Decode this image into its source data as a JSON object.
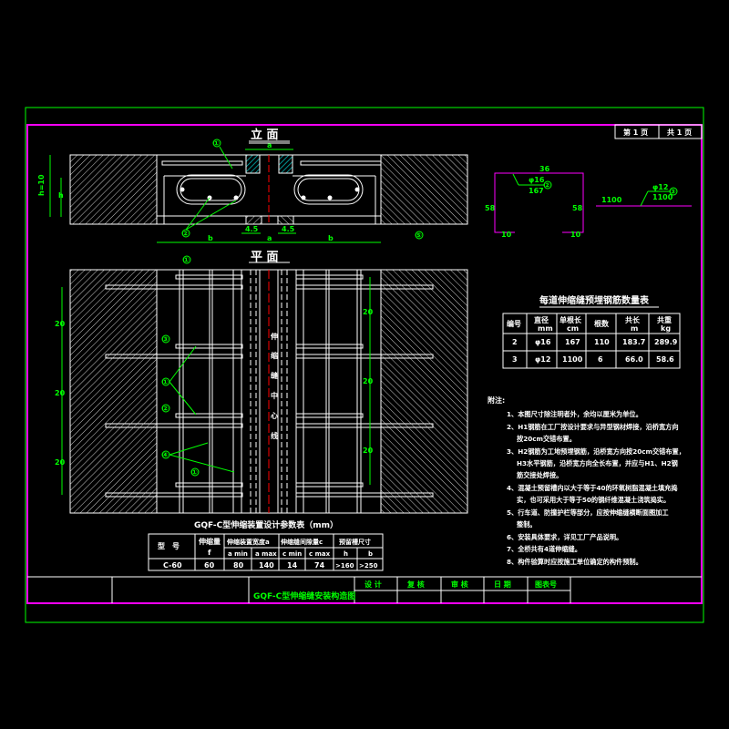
{
  "drawing_title": "GQF-C型伸缩缝安装构造图",
  "page": {
    "current": "第 1 页",
    "total": "共 1 页"
  },
  "views": {
    "elevation": "立 面",
    "plan": "平 面",
    "centerline": [
      "伸",
      "缩",
      "缝",
      "中",
      "心",
      "线"
    ]
  },
  "elevation_dims": {
    "h10": "h=10",
    "h": "h",
    "b": "b",
    "a": "a",
    "left_45": "4.5",
    "right_45": "4.5",
    "b_left": "b",
    "b_right": "b"
  },
  "callouts": {
    "c1": "①",
    "c2": "②",
    "c3": "③",
    "c4": "④",
    "c5": "⑤"
  },
  "plan_dims": {
    "left": [
      "20",
      "20",
      "20"
    ],
    "right": [
      "20",
      "20",
      "20"
    ]
  },
  "rebar2": {
    "top": "36",
    "dia": "φ16",
    "len": "167",
    "left": "58",
    "right": "58",
    "foot_l": "10",
    "foot_r": "10",
    "mark": "②"
  },
  "rebar3": {
    "len_left": "1100",
    "dia": "φ12",
    "len": "1100",
    "mark": "③"
  },
  "rebar_table": {
    "title": "每道伸缩缝预埋钢筋数量表",
    "headers": [
      "编号",
      "直径\nmm",
      "单根长\ncm",
      "根数",
      "共长\nm",
      "共重\nkg"
    ],
    "header_top": [
      "编号",
      "直径",
      "单根长",
      "根数",
      "共长",
      "共重"
    ],
    "header_unit": [
      "",
      "mm",
      "cm",
      "",
      "m",
      "kg"
    ],
    "rows": [
      [
        "2",
        "φ16",
        "167",
        "110",
        "183.7",
        "289.9"
      ],
      [
        "3",
        "φ12",
        "1100",
        "6",
        "66.0",
        "58.6"
      ]
    ]
  },
  "notes": {
    "title": "附注:",
    "items": [
      "1、本图尺寸除注明者外，余均以厘米为单位。",
      "2、H1钢筋在工厂按设计要求与异型钢材焊接，沿桥宽方向",
      "按20cm交错布置。",
      "3、H2钢筋为工地预埋钢筋，沿桥宽方向按20cm交错布置，",
      "H3水平钢筋，沿桥宽方向全长布置，并应与H1、H2钢",
      "筋交接处焊接。",
      "4、混凝土预留槽内以大于等于40的环氧树脂混凝土填充捣",
      "实，也可采用大于等于50的钢纤维混凝土浇筑捣实。",
      "5、行车道、防撞护栏等部分，应按伸缩缝横断面图加工",
      "整制。",
      "6、安装具体要求，详见工厂产品说明。",
      "7、全桥共有4道伸缩缝。",
      "8、构件验算时应按施工单位确定的构件预制。"
    ]
  },
  "param_table": {
    "title": "GQF-C型伸缩装置设计参数表（mm）",
    "h_model": "型　号",
    "h_f": "伸缩量",
    "h_f2": "f",
    "h_a": "伸缩装置宽度a",
    "h_c": "伸缩缝间隙量c",
    "h_slot": "预留槽尺寸",
    "sub": [
      "a min",
      "a max",
      "c min",
      "c max",
      "h",
      "b"
    ],
    "row": [
      "C-60",
      "60",
      "80",
      "140",
      "14",
      "74",
      ">160",
      ">250"
    ]
  },
  "title_block": {
    "design": "设 计",
    "check": "复 核",
    "review": "审 核",
    "date": "日 期",
    "number": "图表号"
  },
  "colors": {
    "frame": "#ff00ff",
    "outer": "#00ff00",
    "line": "#ffffff",
    "dim": "#00ff00",
    "center": "#ff0000",
    "steel": "#00c0c0"
  }
}
